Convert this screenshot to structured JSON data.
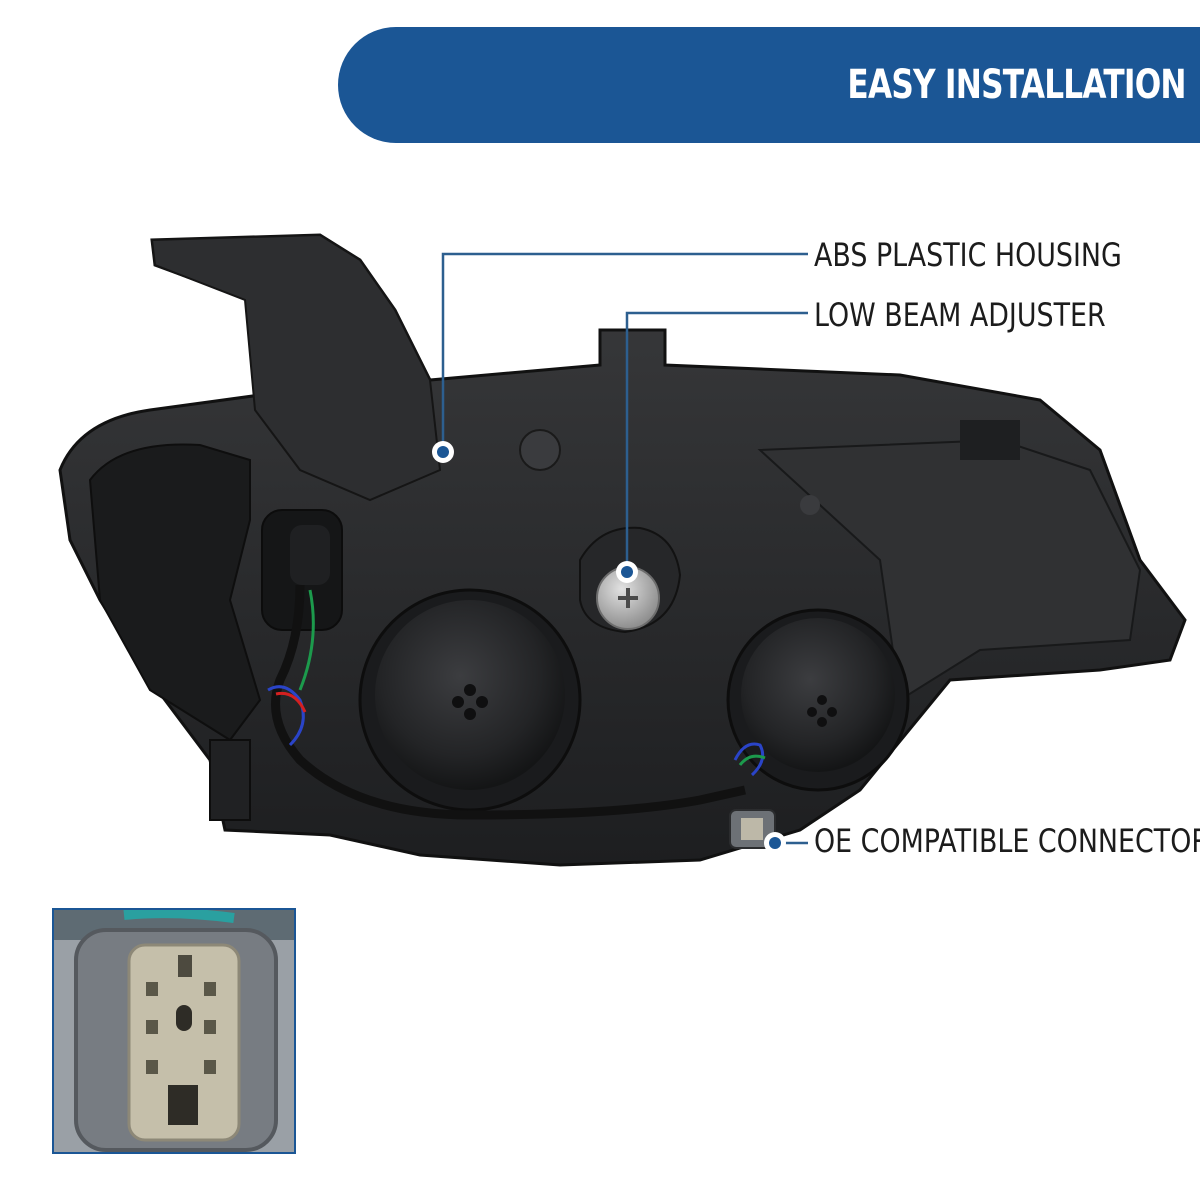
{
  "banner": {
    "title": "EASY INSTALLATION",
    "color": "#1b5695"
  },
  "callouts": [
    {
      "label": "ABS PLASTIC HOUSING"
    },
    {
      "label": "LOW BEAM ADJUSTER"
    },
    {
      "label": "OE COMPATIBLE CONNECTOR"
    }
  ],
  "colors": {
    "accent": "#1b5695",
    "housing": "#2a2b2d",
    "line": "#2d5f8f"
  },
  "images": {
    "product": "headlight-rear-view",
    "inset": "connector-closeup"
  }
}
